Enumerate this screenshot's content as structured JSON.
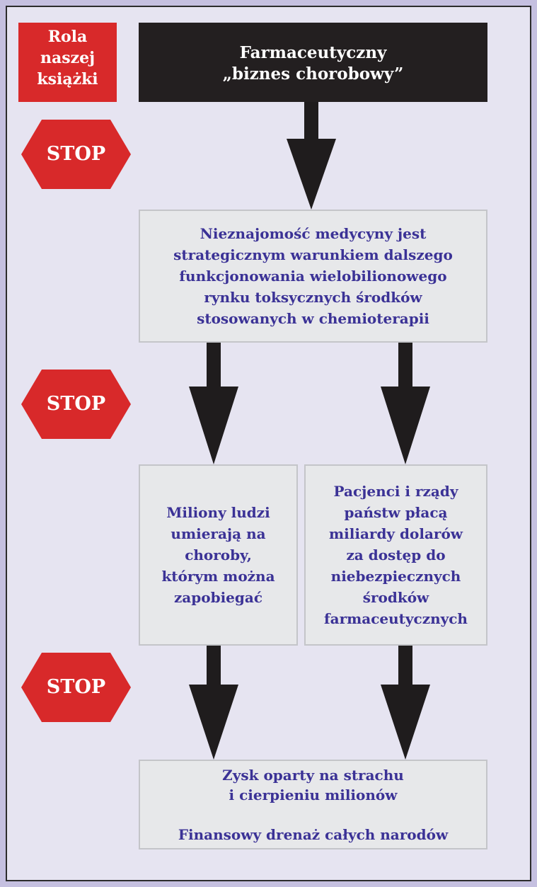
{
  "role_box": {
    "lines": [
      "Rola",
      "naszej",
      "książki"
    ]
  },
  "title_box": {
    "lines": [
      "Farmaceutyczny",
      "„biznes chorobowy”"
    ]
  },
  "stop_signs": [
    "STOP",
    "STOP",
    "STOP"
  ],
  "box_ignorance": {
    "lines": [
      "Nieznajomość medycyny jest",
      "strategicznym warunkiem dalszego",
      "funkcjonowania wielobilionowego",
      "rynku toksycznych środków",
      "stosowanych w chemioterapii"
    ]
  },
  "box_millions": {
    "lines": [
      "Miliony ludzi",
      "umierają na",
      "choroby,",
      "którym można",
      "zapobiegać"
    ]
  },
  "box_patients": {
    "lines": [
      "Pacjenci i rządy",
      "państw płacą",
      "miliardy dolarów",
      "za dostęp do",
      "niebezpiecznych",
      "środków",
      "farmaceutycznych"
    ]
  },
  "box_profit": {
    "lines": [
      "Zysk oparty na strachu",
      "i cierpieniu milionów",
      "",
      "Finansowy drenaż całych narodów"
    ]
  },
  "colors": {
    "background": "#e6e4f1",
    "border": "#c5c0e0",
    "stop_red": "#d8292a",
    "title_black": "#231f20",
    "box_gray": "#e7e8ea",
    "text_purple": "#3b3296",
    "arrow": "#1f1c1d"
  },
  "icons": [
    "stop-sign-icon",
    "down-arrow-icon"
  ]
}
